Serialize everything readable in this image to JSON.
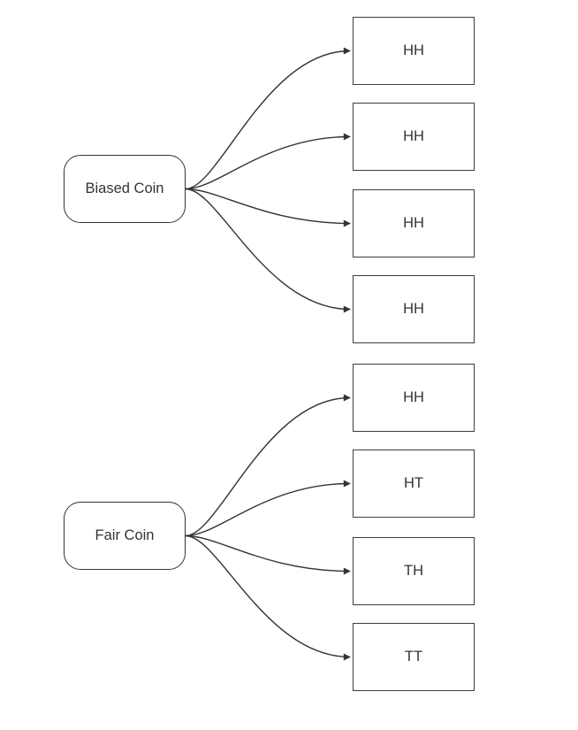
{
  "diagram": {
    "type": "flowchart",
    "background_color": "#ffffff",
    "stroke_color": "#333333",
    "text_color": "#333333",
    "node_fill": "#ffffff",
    "sources": [
      {
        "label": "Biased Coin",
        "outcomes": [
          "HH",
          "HH",
          "HH",
          "HH"
        ]
      },
      {
        "label": "Fair Coin",
        "outcomes": [
          "HH",
          "HT",
          "TH",
          "TT"
        ]
      }
    ]
  }
}
